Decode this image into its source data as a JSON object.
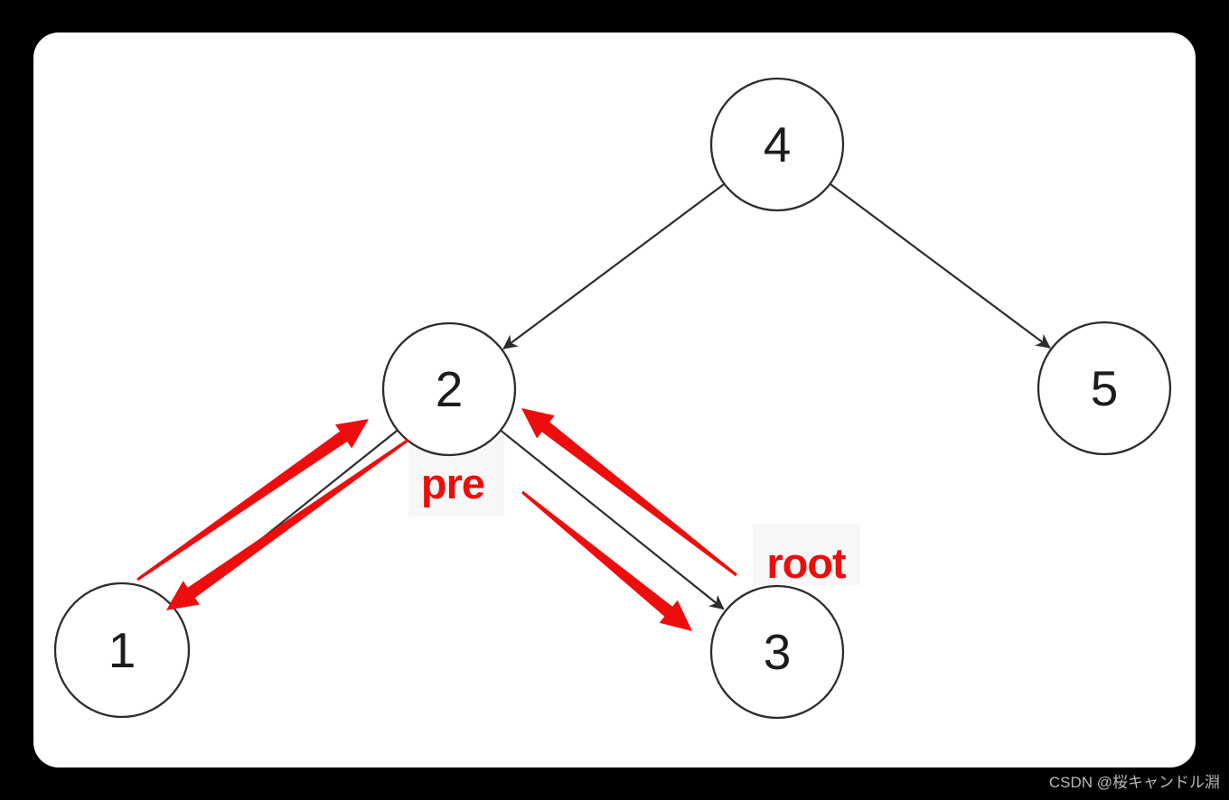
{
  "colors": {
    "background": "#000000",
    "card": "#ffffff",
    "edge": "#2d2d2d",
    "node_fill": "#ffffff",
    "node_text": "#1c1c1c",
    "arrow_red": "#ee0d0d",
    "label_red": "#ee0d0d",
    "label_bg": "#f7f7f7",
    "watermark": "#b9b9b9"
  },
  "diagram": {
    "type": "binary-tree",
    "nodes": [
      {
        "value": "4"
      },
      {
        "value": "2"
      },
      {
        "value": "5"
      },
      {
        "value": "1"
      },
      {
        "value": "3"
      }
    ],
    "edges": [
      {
        "from": "4",
        "to": "2"
      },
      {
        "from": "4",
        "to": "5"
      },
      {
        "from": "2",
        "to": "1"
      },
      {
        "from": "2",
        "to": "3"
      }
    ],
    "red_arrows": [
      {
        "from": "1",
        "to": "2"
      },
      {
        "from": "2",
        "to": "1"
      },
      {
        "from": "3",
        "to": "2"
      },
      {
        "from": "2",
        "to": "3"
      }
    ],
    "labels": {
      "pre": "pre",
      "root": "root"
    }
  },
  "watermark": {
    "text": "CSDN @桜キャンドル淵"
  }
}
